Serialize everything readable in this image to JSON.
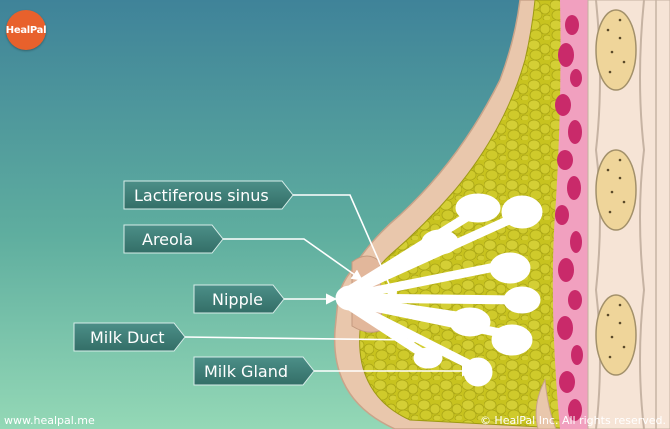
{
  "brand": {
    "logo_text": "HealPal",
    "website": "www.healpal.me",
    "copyright": "© HealPal Inc. All rights reserved."
  },
  "labels": {
    "lactiferous_sinus": "Lactiferous sinus",
    "areola": "Areola",
    "nipple": "Nipple",
    "milk_duct": "Milk Duct",
    "milk_gland": "Milk Gland"
  },
  "colors": {
    "background_top": "#4a93a6",
    "background_bottom": "#8fd4b5",
    "skin": "#e7c6ad",
    "fat": "#c9c422",
    "tissue_pink": "#ef8fb3",
    "tissue_dark": "#cc2f6d",
    "gland_white": "#ffffff",
    "label_box": "#3f7f78",
    "rib_fill": "#efd59a"
  }
}
